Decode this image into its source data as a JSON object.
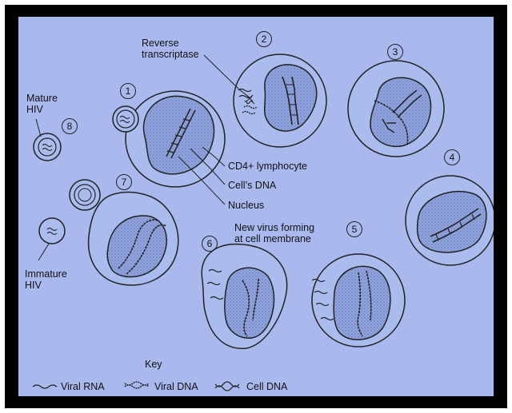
{
  "labels": {
    "reverse_transcriptase": [
      "Reverse",
      "transcriptase"
    ],
    "mature_hiv": [
      "Mature",
      "HIV"
    ],
    "immature_hiv": [
      "Immature",
      "HIV"
    ],
    "cd4": "CD4+ lymphocyte",
    "cells_dna": "Cell’s DNA",
    "nucleus": "Nucleus",
    "new_virus": [
      "New virus forming",
      "at cell membrane"
    ]
  },
  "steps": [
    "1",
    "2",
    "3",
    "4",
    "5",
    "6",
    "7",
    "8"
  ],
  "key": {
    "title": "Key",
    "viral_rna": "Viral RNA",
    "viral_dna": "Viral DNA",
    "cell_dna": "Cell DNA"
  },
  "colors": {
    "background": "#a9b9ee",
    "cell_fill": "#aabbee",
    "nucleus_fill": "#8fa3df",
    "outline": "#222222",
    "frame": "#000000"
  }
}
